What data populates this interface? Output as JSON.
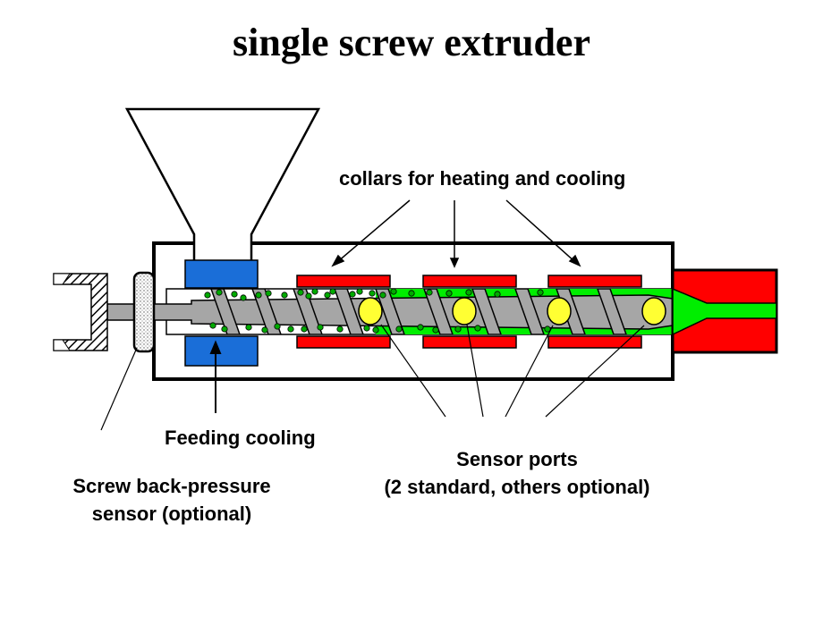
{
  "title": "single screw extruder",
  "labels": {
    "collars": "collars for heating and cooling",
    "feeding_cooling": "Feeding cooling",
    "back_pressure_line1": "Screw back-pressure",
    "back_pressure_line2": "sensor (optional)",
    "sensor_ports_line1": "Sensor ports",
    "sensor_ports_line2": "(2 standard, others optional)"
  },
  "colors": {
    "collar": "#ff0000",
    "die": "#ff0000",
    "feed_cooling": "#1a6ed8",
    "melt": "#00ee00",
    "pellet": "#00aa00",
    "screw": "#a6a6a6",
    "sensor": "#ffff33",
    "outline": "#000000"
  },
  "components": {
    "heating_collar_pairs": 3,
    "sensor_ports": 4
  }
}
